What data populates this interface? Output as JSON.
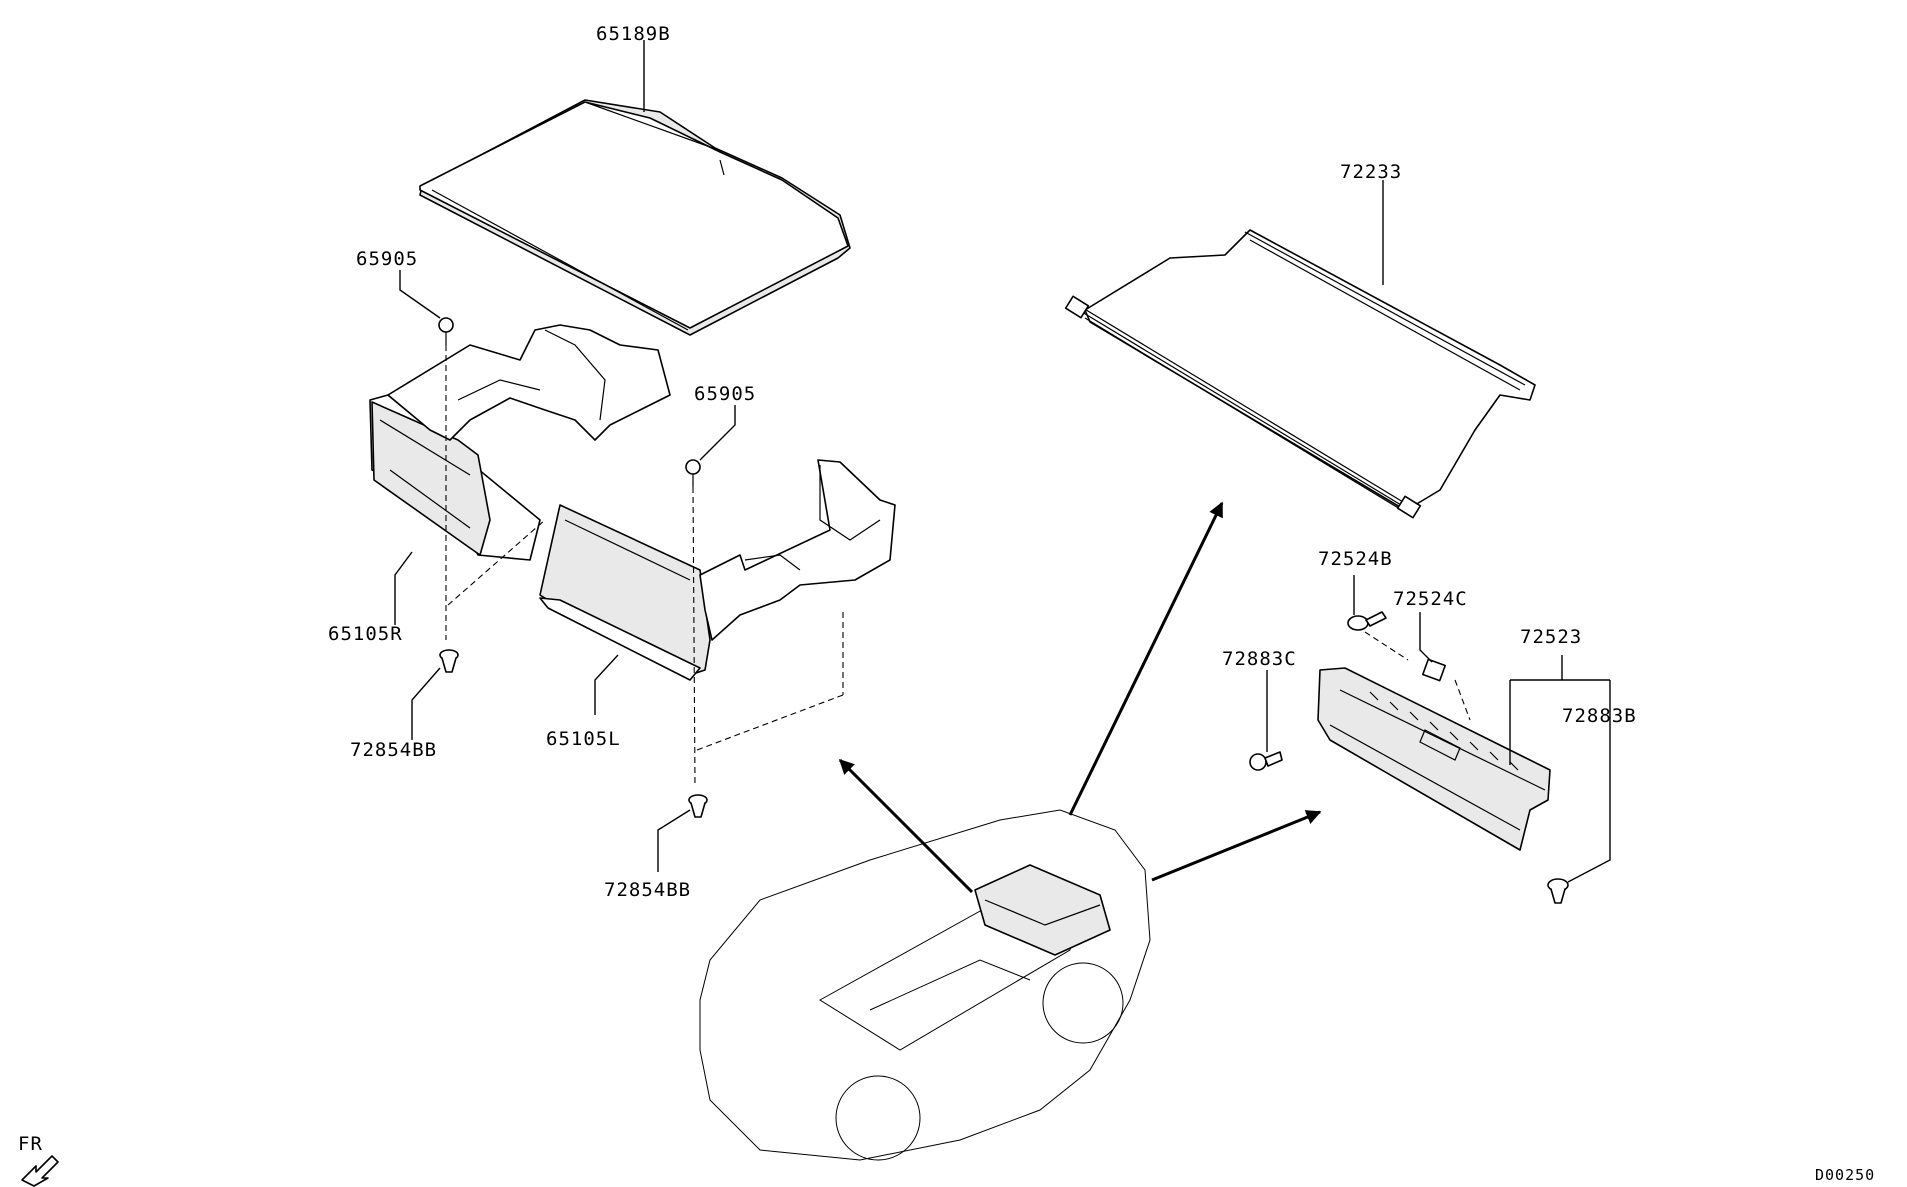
{
  "labels": {
    "p65189B": "65189B",
    "p65905_a": "65905",
    "p65905_b": "65905",
    "p65105R": "65105R",
    "p65105L": "65105L",
    "p72854BB_a": "72854BB",
    "p72854BB_b": "72854BB",
    "p72233": "72233",
    "p72524B": "72524B",
    "p72524C": "72524C",
    "p72523": "72523",
    "p72883C": "72883C",
    "p72883B": "72883B"
  },
  "orientation": {
    "label": "FR"
  },
  "drawing_id": "D00250"
}
